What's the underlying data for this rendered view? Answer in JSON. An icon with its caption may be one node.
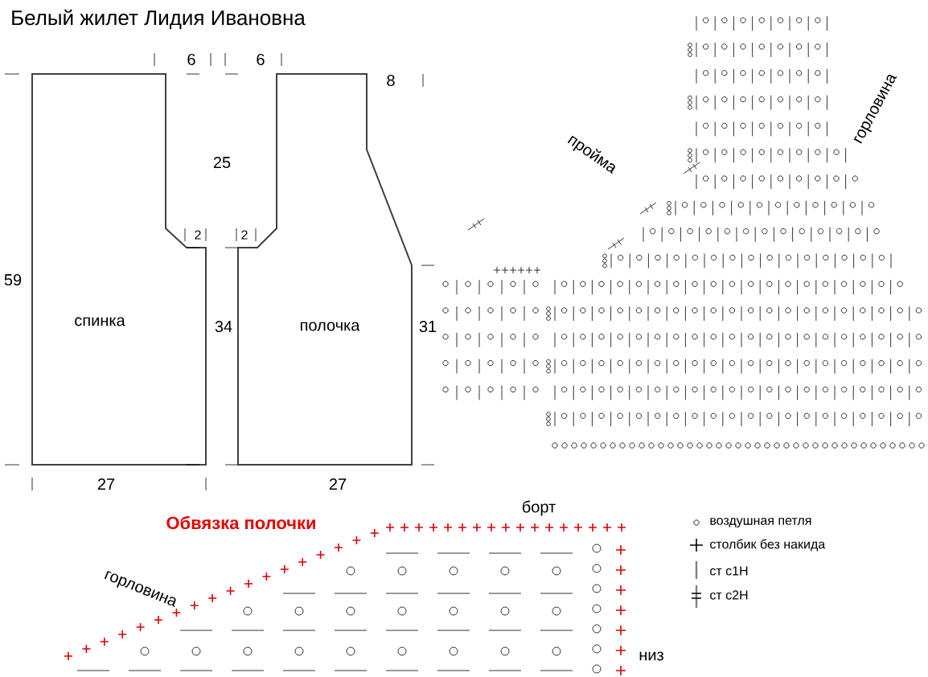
{
  "diagram": {
    "title": "Белый жилет Лидия Ивановна",
    "nodes": [
      {
        "text": [
          "спинка"
        ]
      },
      {
        "text": [
          "полочка"
        ]
      }
    ],
    "labels": [
      "6",
      "6",
      "8",
      "25",
      "2",
      "2",
      "59",
      "34",
      "31",
      "27",
      "27",
      "горловина",
      "пройма",
      "Обвязка полочки",
      "борт",
      "горловина",
      "низ"
    ],
    "legend": [
      {
        "text": "воздушная петля"
      },
      {
        "text": "столбик без накида"
      },
      {
        "text": "ст с1Н"
      },
      {
        "text": "ст с2Н"
      }
    ]
  }
}
